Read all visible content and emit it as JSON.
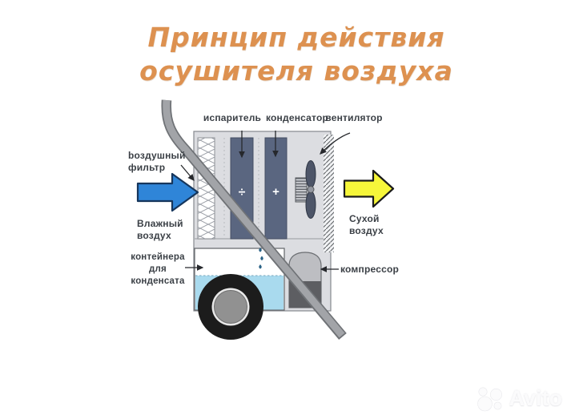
{
  "title": {
    "line1": "Принцип действия",
    "line2": "осушителя воздуха"
  },
  "diagram": {
    "labels": {
      "evaporator": "испаритель",
      "condenser": "конденсатор",
      "fan": "вентилятор",
      "air_filter": "bоздушный фильтр",
      "wet_air": "Влажный воздух",
      "dry_air": "Сухой воздух",
      "condensate_container": "контейнера для конденсата",
      "compressor": "компрессор"
    },
    "symbols": {
      "evaporator_cold": "÷",
      "condenser_hot": "+"
    }
  },
  "watermark": {
    "brand": "Avito"
  },
  "colors": {
    "accent_orange": "#dd9150",
    "arrow_blue": "#2f85d8",
    "arrow_blue_dark": "#16365c",
    "arrow_yellow": "#f6f63a",
    "column_slate": "#5a6680",
    "water_blue": "#a9daee",
    "unit_gray": "#dcdde1",
    "tube_gray": "#a2a4a8",
    "label_dark": "#3b4046"
  }
}
